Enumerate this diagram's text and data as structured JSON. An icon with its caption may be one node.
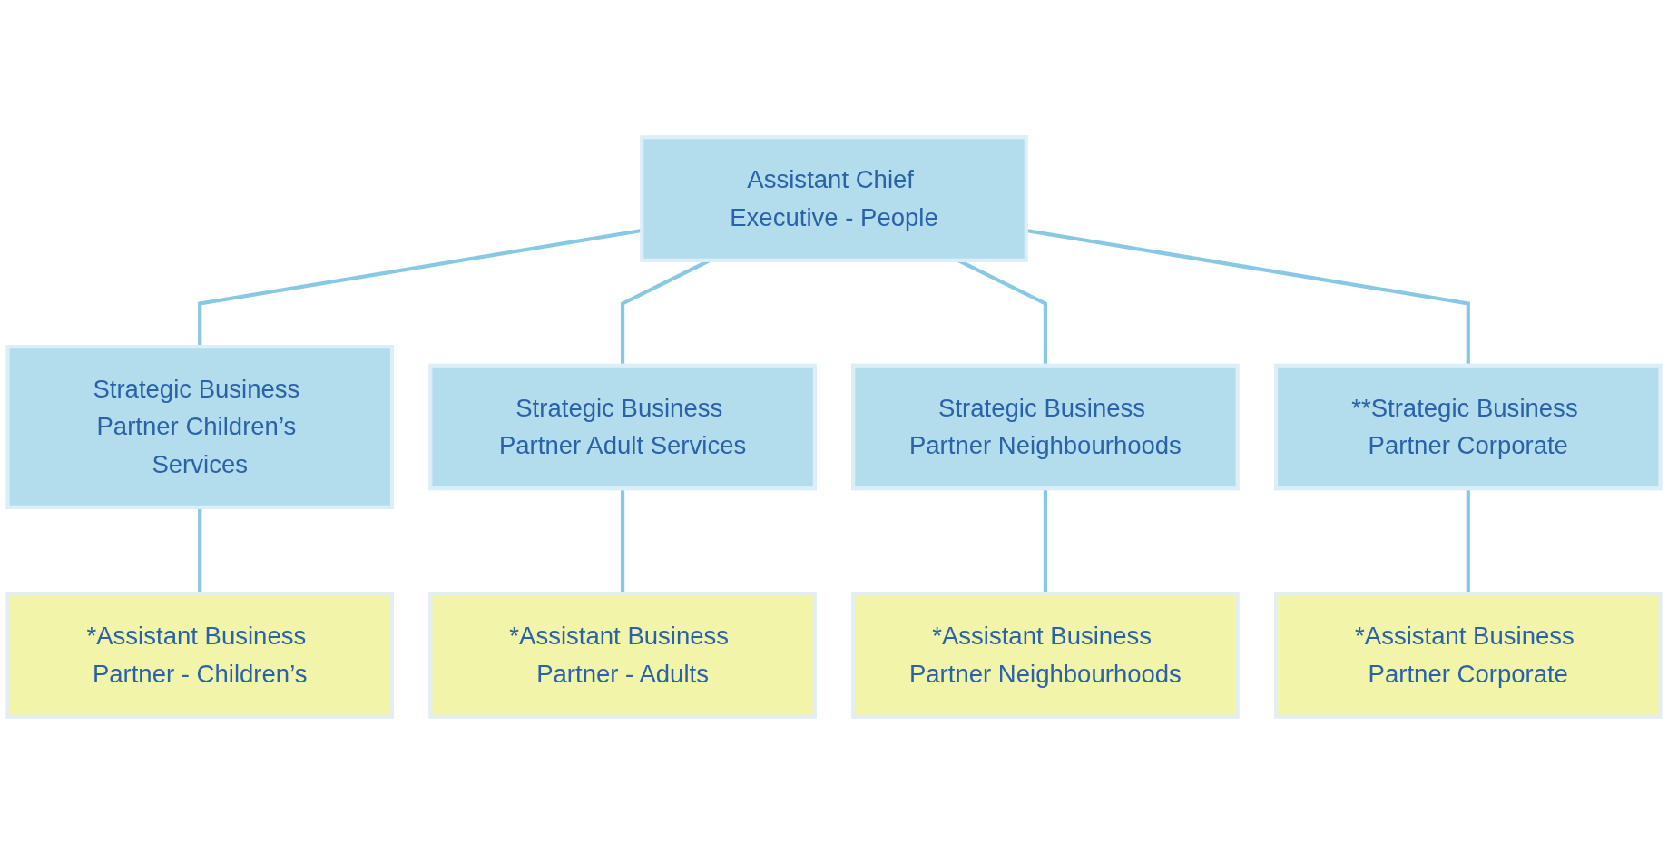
{
  "diagram": {
    "nodes": [
      {
        "text": [
          "Assistant Chief Executive - People"
        ]
      },
      {
        "text": [
          "Strategic Business Partner Children’s Services"
        ]
      },
      {
        "text": [
          "Strategic Business Partner Adult Services"
        ]
      },
      {
        "text": [
          "Strategic Business Partner Neighbourhoods"
        ]
      },
      {
        "text": [
          "**Strategic Business Partner Corporate"
        ]
      },
      {
        "text": [
          "*Assistant Business Partner - Children’s"
        ]
      },
      {
        "text": [
          "*Assistant Business Partner - Adults"
        ]
      },
      {
        "text": [
          "*Assistant Business Partner Neighbourhoods"
        ]
      },
      {
        "text": [
          "*Assistant Business Partner Corporate"
        ]
      }
    ],
    "edges": [
      {
        "from": 0,
        "to": 1,
        "arrow": "none"
      },
      {
        "from": 0,
        "to": 2,
        "arrow": "none"
      },
      {
        "from": 0,
        "to": 3,
        "arrow": "none"
      },
      {
        "from": 0,
        "to": 4,
        "arrow": "none"
      },
      {
        "from": 1,
        "to": 5,
        "arrow": "none"
      },
      {
        "from": 2,
        "to": 6,
        "arrow": "none"
      },
      {
        "from": 3,
        "to": 7,
        "arrow": "none"
      },
      {
        "from": 4,
        "to": 8,
        "arrow": "none"
      }
    ]
  }
}
